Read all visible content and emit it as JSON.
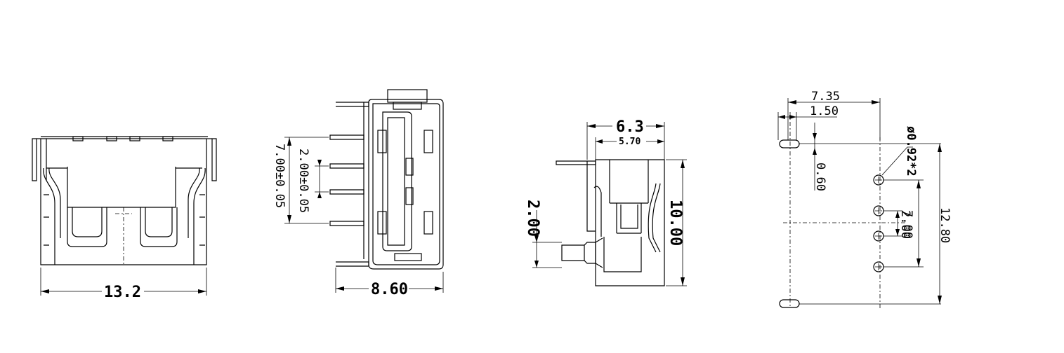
{
  "views": {
    "front": {
      "width": "13.2"
    },
    "side": {
      "width": "8.60",
      "pitch_outer": "7.00±0.05",
      "pitch_inner": "2.00±0.05"
    },
    "section": {
      "top_outer": "6.3",
      "top_inner": "5.70",
      "height": "10.00",
      "latch": "2.00"
    },
    "footprint": {
      "overall_x": "7.35",
      "pin_offset_x": "1.50",
      "pin_offset_y": "0.60",
      "hole_spec": "ø0.92*2",
      "pitch_small": "2.00",
      "pitch_large": "7.00",
      "overall_y": "12.80"
    }
  }
}
